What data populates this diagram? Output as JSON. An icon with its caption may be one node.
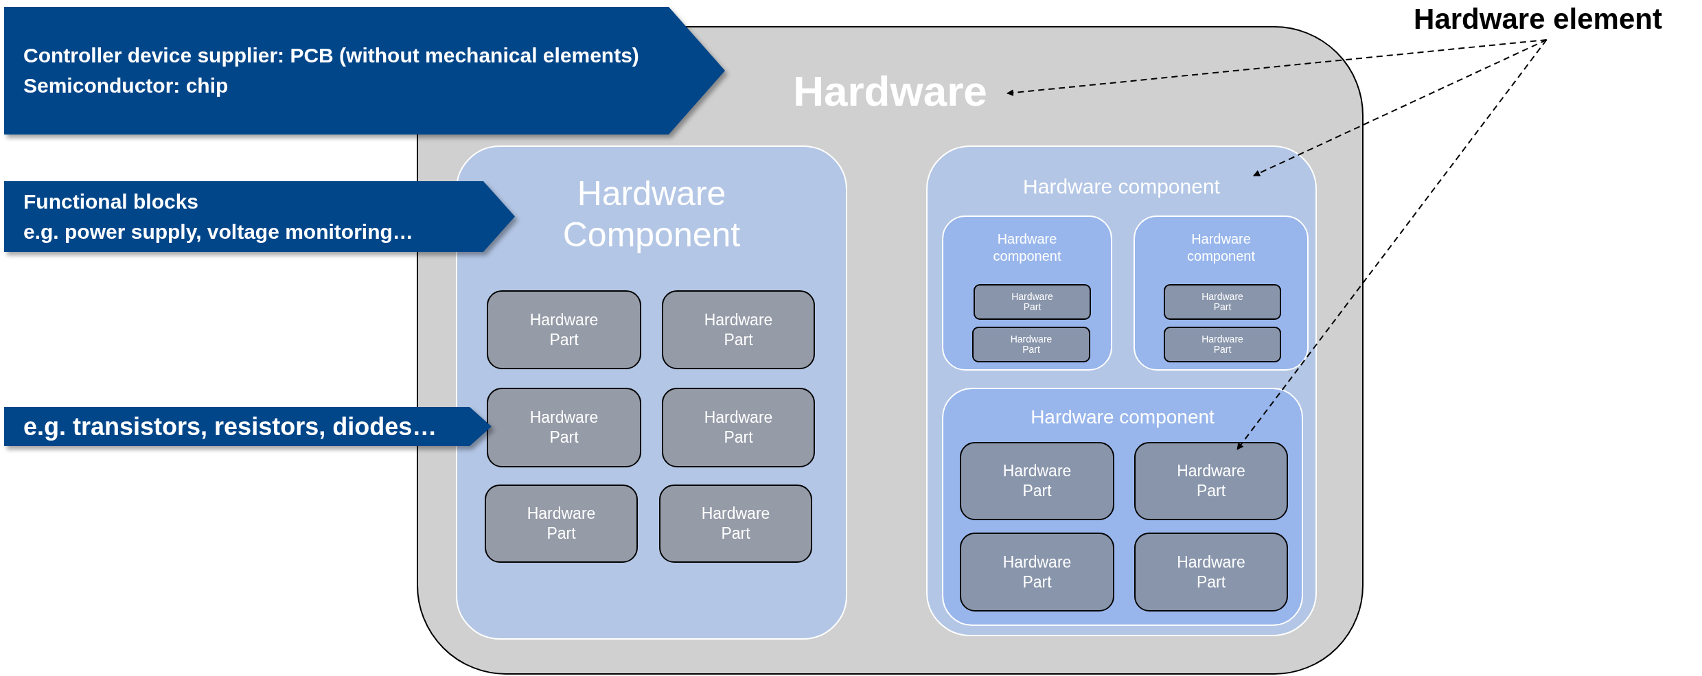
{
  "diagram": {
    "nodes": [
      {
        "text": [
          "Hardware"
        ]
      },
      {
        "text": [
          "Hardware Component"
        ],
        "in": 0
      },
      {
        "text": [
          "Hardware Part"
        ],
        "in": 1
      },
      {
        "text": [
          "Hardware Part"
        ],
        "in": 1
      },
      {
        "text": [
          "Hardware Part"
        ],
        "in": 1
      },
      {
        "text": [
          "Hardware Part"
        ],
        "in": 1
      },
      {
        "text": [
          "Hardware Part"
        ],
        "in": 1
      },
      {
        "text": [
          "Hardware Part"
        ],
        "in": 1
      },
      {
        "text": [
          "Hardware component"
        ],
        "in": 0
      },
      {
        "text": [
          "Hardware component"
        ],
        "in": 8
      },
      {
        "text": [
          "Hardware Part"
        ],
        "in": 9
      },
      {
        "text": [
          "Hardware Part"
        ],
        "in": 9
      },
      {
        "text": [
          "Hardware component"
        ],
        "in": 8
      },
      {
        "text": [
          "Hardware Part"
        ],
        "in": 12
      },
      {
        "text": [
          "Hardware Part"
        ],
        "in": 12
      },
      {
        "text": [
          "Hardware component"
        ],
        "in": 8
      },
      {
        "text": [
          "Hardware Part"
        ],
        "in": 15
      },
      {
        "text": [
          "Hardware Part"
        ],
        "in": 15
      },
      {
        "text": [
          "Hardware Part"
        ],
        "in": 15
      },
      {
        "text": [
          "Hardware Part"
        ],
        "in": 15
      },
      {
        "text": [
          "Hardware element"
        ]
      },
      {
        "text": [
          "Controller device supplier: PCB (without mechanical elements)",
          "Semiconductor: chip"
        ]
      },
      {
        "text": [
          "Functional blocks",
          "e.g. power supply, voltage monitoring…"
        ]
      },
      {
        "text": [
          "e.g. transistors, resistors, diodes…"
        ]
      }
    ],
    "edges": [
      {
        "from": 20,
        "to": 0,
        "arrow": "to",
        "style": "dashed"
      },
      {
        "from": 20,
        "to": 8,
        "arrow": "to",
        "style": "dashed"
      },
      {
        "from": 20,
        "to": 17,
        "arrow": "to",
        "style": "dashed"
      }
    ]
  }
}
